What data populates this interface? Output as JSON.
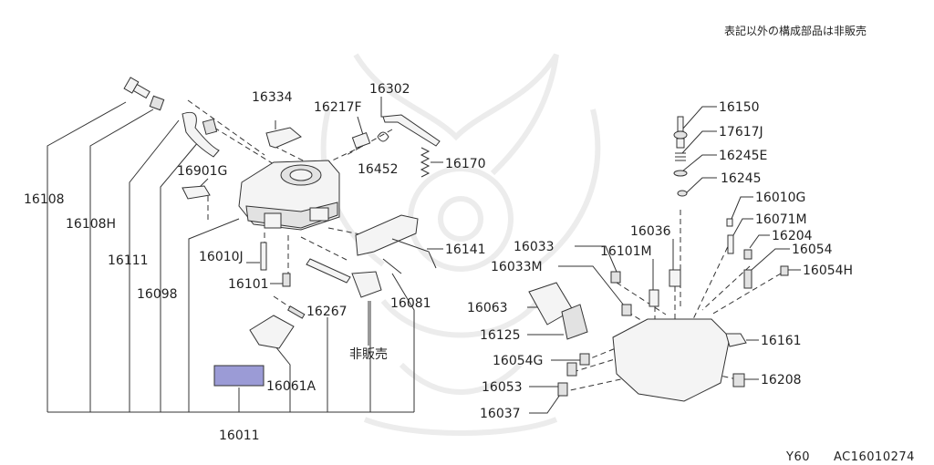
{
  "header": {
    "note": "表記以外の構成部品は非販売"
  },
  "footer": {
    "model": "Y60",
    "code": "AC16010274"
  },
  "highlight_color": "#9b9bd6",
  "labels": {
    "p16108": "16108",
    "p16108H": "16108H",
    "p16111": "16111",
    "p16098": "16098",
    "p16334": "16334",
    "p16217F": "16217F",
    "p16302": "16302",
    "p16452": "16452",
    "p16170": "16170",
    "p16901G": "16901G",
    "p16010J": "16010J",
    "p16101": "16101",
    "p16141": "16141",
    "p16267": "16267",
    "p16081": "16081",
    "p16061A": "16061A",
    "p16011": "16011",
    "not_sold": "非販売",
    "p16150": "16150",
    "p17617J": "17617J",
    "p16245E": "16245E",
    "p16245": "16245",
    "p16010G": "16010G",
    "p16071M": "16071M",
    "p16204": "16204",
    "p16054": "16054",
    "p16054H": "16054H",
    "p16036": "16036",
    "p16101M": "16101M",
    "p16033": "16033",
    "p16033M": "16033M",
    "p16063": "16063",
    "p16125": "16125",
    "p16054G": "16054G",
    "p16053": "16053",
    "p16037": "16037",
    "p16161": "16161",
    "p16208": "16208"
  }
}
